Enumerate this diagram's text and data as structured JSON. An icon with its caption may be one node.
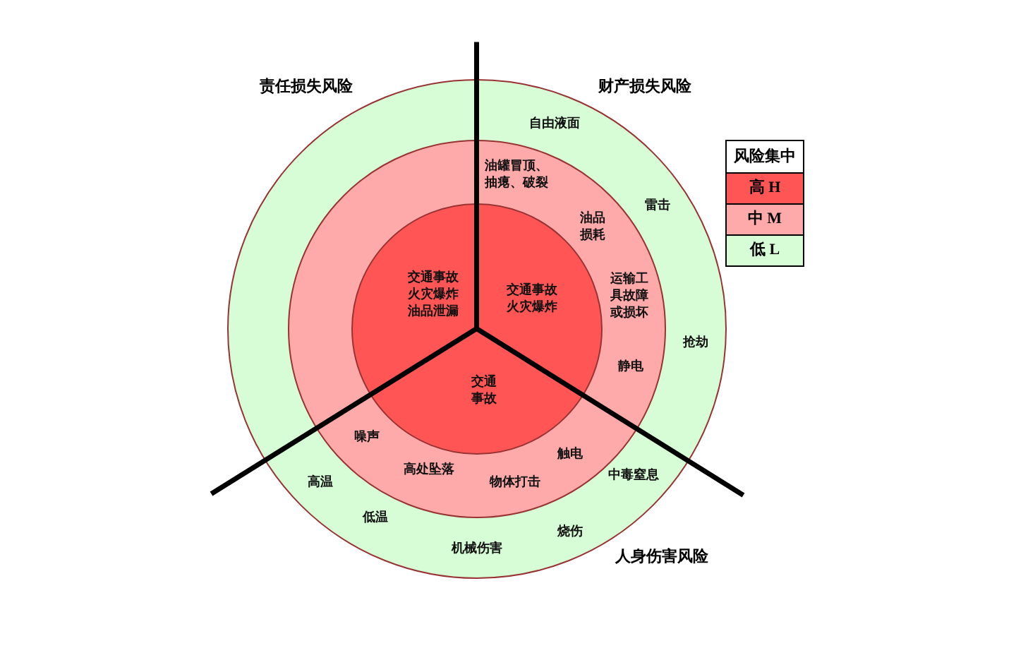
{
  "diagram": {
    "nodes": [
      {
        "text": [],
        "shape": "circle"
      },
      {
        "text": [],
        "shape": "circle",
        "in": 0
      },
      {
        "text": [],
        "shape": "circle",
        "in": 1
      }
    ],
    "labels": [
      "责任损失风险",
      "财产损失风险",
      "自由液面",
      "风险集中",
      "油罐冒顶、抽瘪、破裂",
      "雷击",
      "油品损耗",
      "交通事故火灾爆炸油品泄漏",
      "交通事故火灾爆炸",
      "运输工具故障或损坏",
      "抢劫",
      "静电",
      "交通事故",
      "噪声",
      "触电",
      "高处坠落",
      "中毒窒息",
      "高温",
      "物体打击",
      "低温",
      "烧伤",
      "机械伤害",
      "人身伤害风险"
    ],
    "legend": [
      {
        "text": "高 H",
        "color": "#ff5555"
      },
      {
        "text": "中 M",
        "color": "#ffaaaa"
      },
      {
        "text": "低 L",
        "color": "#d6fdd6"
      }
    ]
  }
}
